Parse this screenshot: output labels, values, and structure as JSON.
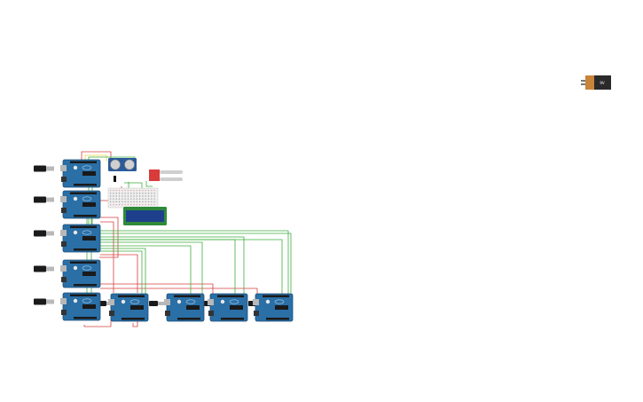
{
  "canvas": {
    "background": "#ffffff"
  },
  "colors": {
    "board": "#2a6fa6",
    "board_dark": "#1d4f7a",
    "header": "#1a1a1a",
    "usb": "#b8b8b8",
    "cable": "#1a1a1a",
    "wire_green": "#3fae3f",
    "wire_red": "#d64040",
    "wire_yellow": "#e8d84a",
    "breadboard": "#eeeeee",
    "lcd": "#1e3f8c",
    "lcd_frame": "#2e8a3a",
    "sensor_red": "#d93a3a",
    "probe": "#cfcfcf",
    "ultrasonic": "#2a5a9a",
    "battery_copper": "#c8843a",
    "battery_body": "#2a2a2a"
  },
  "components": {
    "battery": {
      "label": "9V",
      "icon": "battery-9v-icon"
    },
    "ultrasonic_sensor": {
      "icon": "ultrasonic-sensor-icon"
    },
    "moisture_sensor": {
      "icon": "soil-moisture-sensor-icon"
    },
    "lcd_display": {
      "icon": "lcd-16x2-icon"
    },
    "breadboard": {
      "icon": "mini-breadboard-icon"
    },
    "arduino_boards": {
      "count": 9,
      "icon": "arduino-uno-icon"
    },
    "usb_cables": {
      "count": 5,
      "icon": "usb-cable-icon"
    }
  }
}
